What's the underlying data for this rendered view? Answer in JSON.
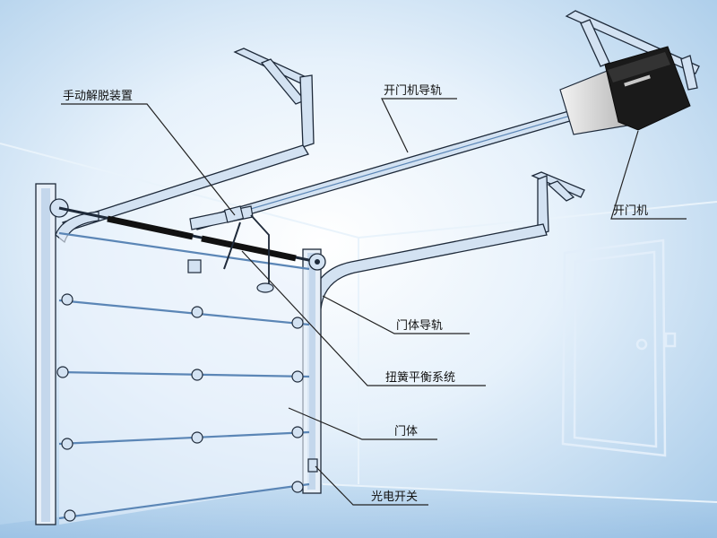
{
  "labels": {
    "manual_release": "手动解脱装置",
    "opener_rail": "开门机导轨",
    "opener": "开门机",
    "door_rail": "门体导轨",
    "torsion_spring": "扭簧平衡系统",
    "door_body": "门体",
    "photo_switch": "光电开关"
  },
  "colors": {
    "wall_light": "#e4f0fa",
    "wall_mid": "#bcd9ef",
    "wall_dark": "#9fc6e6",
    "steel": "#5b86b6",
    "steel_light": "#d3e2f2",
    "outline": "#1e2a3a",
    "opener_body": "#1a1a1a",
    "opener_cap": "#dcdcdc",
    "leader": "#222222"
  }
}
